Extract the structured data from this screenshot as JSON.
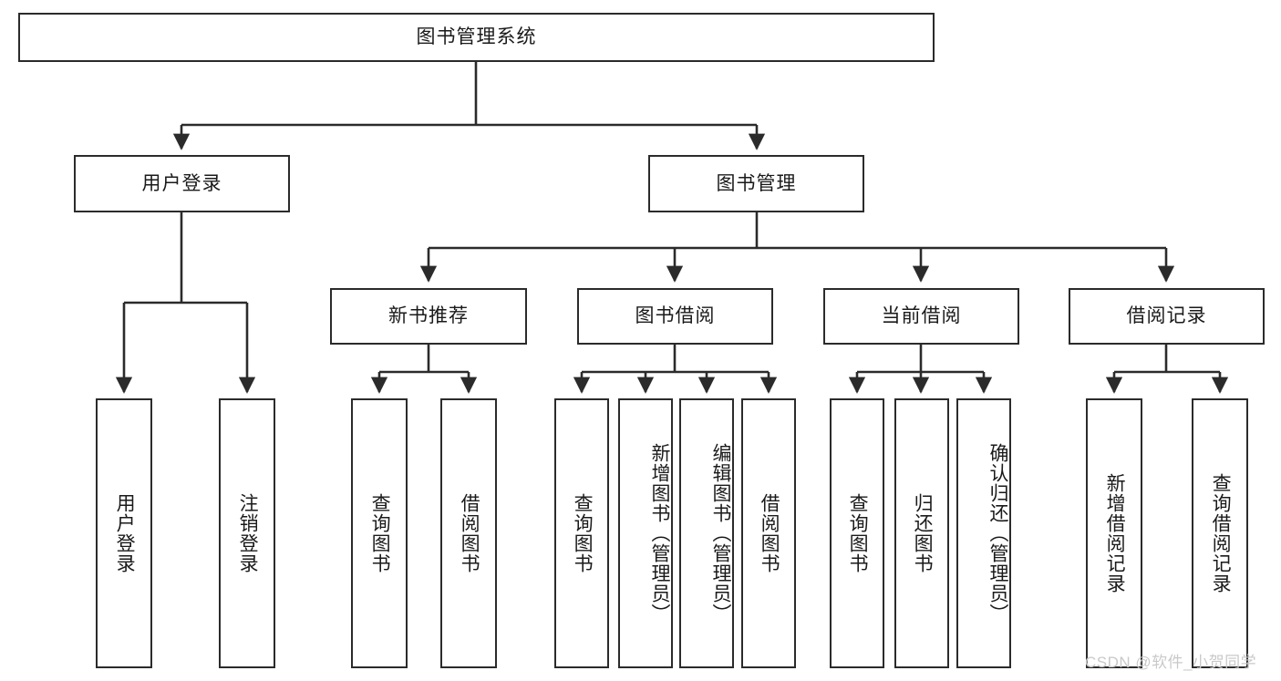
{
  "diagram": {
    "title": "图书管理系统",
    "watermark": "CSDN @软件_小贺同学",
    "line_color": "#2b2b2b",
    "box_fill": "#ffffff",
    "text_color": "#1a1a1a",
    "root": {
      "label": "图书管理系统"
    },
    "level1": [
      {
        "label": "用户登录"
      },
      {
        "label": "图书管理"
      }
    ],
    "level2": [
      {
        "label": "新书推荐"
      },
      {
        "label": "图书借阅"
      },
      {
        "label": "当前借阅"
      },
      {
        "label": "借阅记录"
      }
    ],
    "leaves": {
      "user_login": [
        {
          "label": "用户登录"
        },
        {
          "label": "注销登录"
        }
      ],
      "new_book_recommend": [
        {
          "label": "查询图书"
        },
        {
          "label": "借阅图书"
        }
      ],
      "book_borrow": [
        {
          "label": "查询图书"
        },
        {
          "label": "新增图书（管理员）"
        },
        {
          "label": "编辑图书（管理员）"
        },
        {
          "label": "借阅图书"
        }
      ],
      "current_borrow": [
        {
          "label": "查询图书"
        },
        {
          "label": "归还图书"
        },
        {
          "label": "确认归还（管理员）"
        }
      ],
      "borrow_record": [
        {
          "label": "新增借阅记录"
        },
        {
          "label": "查询借阅记录"
        }
      ]
    }
  }
}
